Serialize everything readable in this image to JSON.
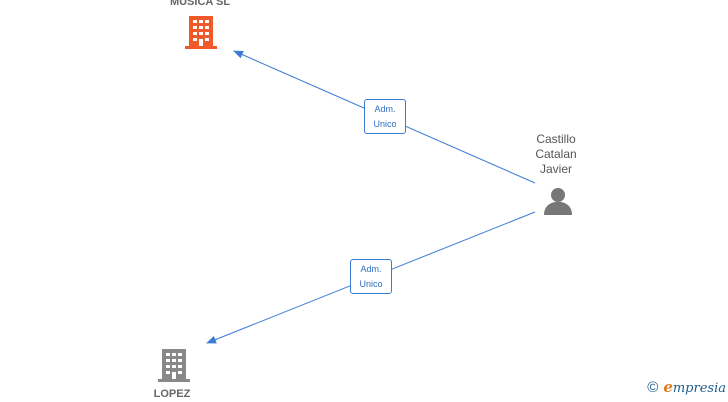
{
  "nodes": {
    "company_top": {
      "label": "MUSICA  SL",
      "color": "#f05a2a"
    },
    "company_bottom": {
      "label": "LOPEZ",
      "color": "#888888"
    },
    "person": {
      "label_lines": [
        "Castillo",
        "Catalan",
        "Javier"
      ],
      "color": "#777777"
    }
  },
  "edges": [
    {
      "from": "person",
      "to": "company_top",
      "role_lines": [
        "Adm.",
        "Unico"
      ]
    },
    {
      "from": "person",
      "to": "company_bottom",
      "role_lines": [
        "Adm.",
        "Unico"
      ]
    }
  ],
  "colors": {
    "edge": "#3a7bd5"
  },
  "watermark": {
    "copyright_symbol": "©",
    "brand_initial": "e",
    "brand_rest": "mpresia"
  }
}
